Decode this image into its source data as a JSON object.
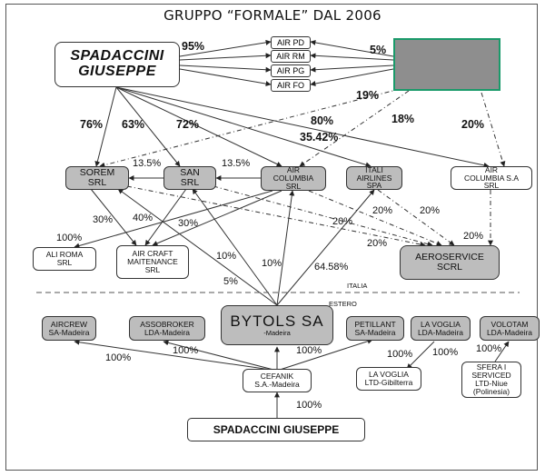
{
  "title": "GRUPPO “FORMALE” DAL 2006",
  "regions": {
    "italia": "ITALIA",
    "estero": "ESTERO"
  },
  "nodes": {
    "spadaccini_top": "SPADACCINI\nGIUSEPPE",
    "air_pd": "AIR PD",
    "air_rm": "AIR RM",
    "air_pg": "AIR PG",
    "air_fo": "AIR FO",
    "sorem": "SOREM\nSRL",
    "san": "SAN\nSRL",
    "air_columbia_srl": "AIR\nCOLUMBIA\nSRL",
    "itali_airlines": "ITALI\nAIRLINES\nSPA",
    "air_columbia_sa": "AIR\nCOLUMBIA S.A\nSRL",
    "ali_roma": "ALI ROMA\nSRL",
    "air_craft": "AIR CRAFT\nMAITENANCE\nSRL",
    "aeroservice": "AEROSERVICE\nSCRL",
    "aircrew": "AIRCREW\nSA-Madeira",
    "assobroker": "ASSOBROKER\nLDA-Madeira",
    "bytols_name": "BYTOLS SA",
    "bytols_sub": "-Madeira",
    "petillant": "PETILLANT\nSA-Madeira",
    "lavoglia_madeira": "LA VOGLIA\nLDA-Madeira",
    "volotam": "VOLOTAM\nLDA-Madeira",
    "cefanik": "CEFANIK\nS.A.-Madeira",
    "lavoglia_gib": "LA VOGLIA\nLTD-Gibilterra",
    "sfera": "SFERA I\nSERVICED\nLTD-Niue\n(Polinesia)",
    "spadaccini_bottom": "SPADACCINI GIUSEPPE"
  },
  "labels": {
    "p95": "95%",
    "p5": "5%",
    "p19": "19%",
    "p18": "18%",
    "p76": "76%",
    "p63": "63%",
    "p72": "72%",
    "p80": "80%",
    "p3542": "35.42%",
    "p20_right": "20%",
    "p135_a": "13.5%",
    "p135_b": "13.5%",
    "p30_a": "30%",
    "p40": "40%",
    "p30_b": "30%",
    "p100_ali": "100%",
    "p20_a": "20%",
    "p20_b": "20%",
    "p20_c": "20%",
    "p20_d": "20%",
    "p20_e": "20%",
    "p10_a": "10%",
    "p10_b": "10%",
    "p5_b": "5%",
    "p6458": "64.58%",
    "p100_a": "100%",
    "p100_b": "100%",
    "p100_c": "100%",
    "p100_d": "100%",
    "p100_e": "100%",
    "p100_f": "100%",
    "p100_g": "100%"
  },
  "colors": {
    "node_fill": "#bdbdbd",
    "redacted": "#8e8e8e",
    "redacted_border": "#1a9a6a"
  }
}
